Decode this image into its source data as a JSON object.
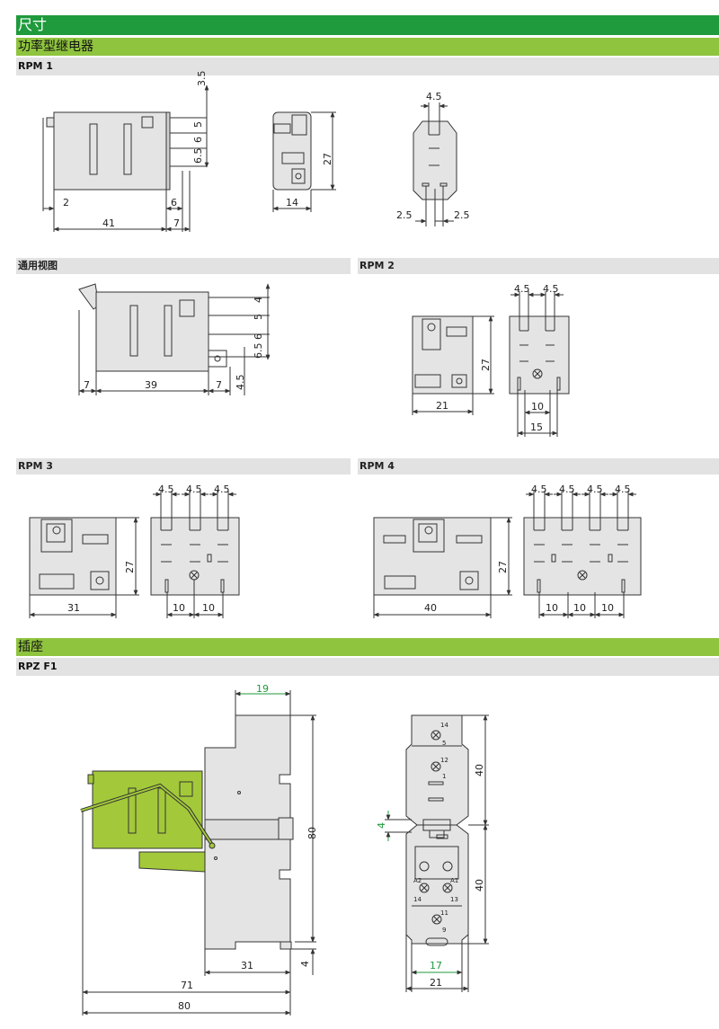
{
  "header": {
    "title": "尺寸"
  },
  "relay_section": {
    "title": "功率型继电器"
  },
  "rpm1": {
    "label": "RPM 1",
    "side": {
      "pins_v": [
        "3.5",
        "5",
        "6",
        "6.5"
      ],
      "bottom": [
        "2",
        "6",
        "41",
        "7"
      ]
    },
    "front": {
      "height": "27",
      "width": "14"
    },
    "pins": {
      "top": "4.5",
      "bottom_left": "2.5",
      "bottom_right": "2.5"
    }
  },
  "general_view": {
    "label": "通用视图",
    "pins_v": [
      "4",
      "5",
      "6",
      "6.5"
    ],
    "bottom": [
      "7",
      "39",
      "7"
    ],
    "tab": "4.5"
  },
  "rpm2": {
    "label": "RPM 2",
    "front": {
      "height": "27",
      "width": "21"
    },
    "pins": {
      "top": [
        "4.5",
        "4.5"
      ],
      "inner": "10",
      "outer": "15"
    }
  },
  "rpm3": {
    "label": "RPM 3",
    "front": {
      "height": "27",
      "width": "31"
    },
    "pins": {
      "top": [
        "4.5",
        "4.5",
        "4.5"
      ],
      "bottom": [
        "10",
        "10"
      ]
    }
  },
  "rpm4": {
    "label": "RPM 4",
    "front": {
      "height": "27",
      "width": "40"
    },
    "pins": {
      "top": [
        "4.5",
        "4.5",
        "4.5",
        "4.5"
      ],
      "bottom": [
        "10",
        "10",
        "10"
      ]
    }
  },
  "socket_section": {
    "title": "插座"
  },
  "rpzf1": {
    "label": "RPZ F1",
    "side": {
      "top": "19",
      "height": "80",
      "foot": "4",
      "base": "31",
      "mid": "71",
      "total": "80"
    },
    "front": {
      "upper": "40",
      "lower": "40",
      "gap": "4",
      "inner": "17",
      "width": "21"
    },
    "terminals": [
      "14",
      "5",
      "12",
      "1",
      "A2",
      "A1",
      "14",
      "13",
      "11",
      "9"
    ]
  },
  "colors": {
    "dark_green": "#1f9a3c",
    "light_green": "#8fc43f",
    "grey_band": "#e2e2e2",
    "body": "#e4e4e4",
    "relay_green": "#a3c93a",
    "dim_green": "#1f9a3c"
  }
}
